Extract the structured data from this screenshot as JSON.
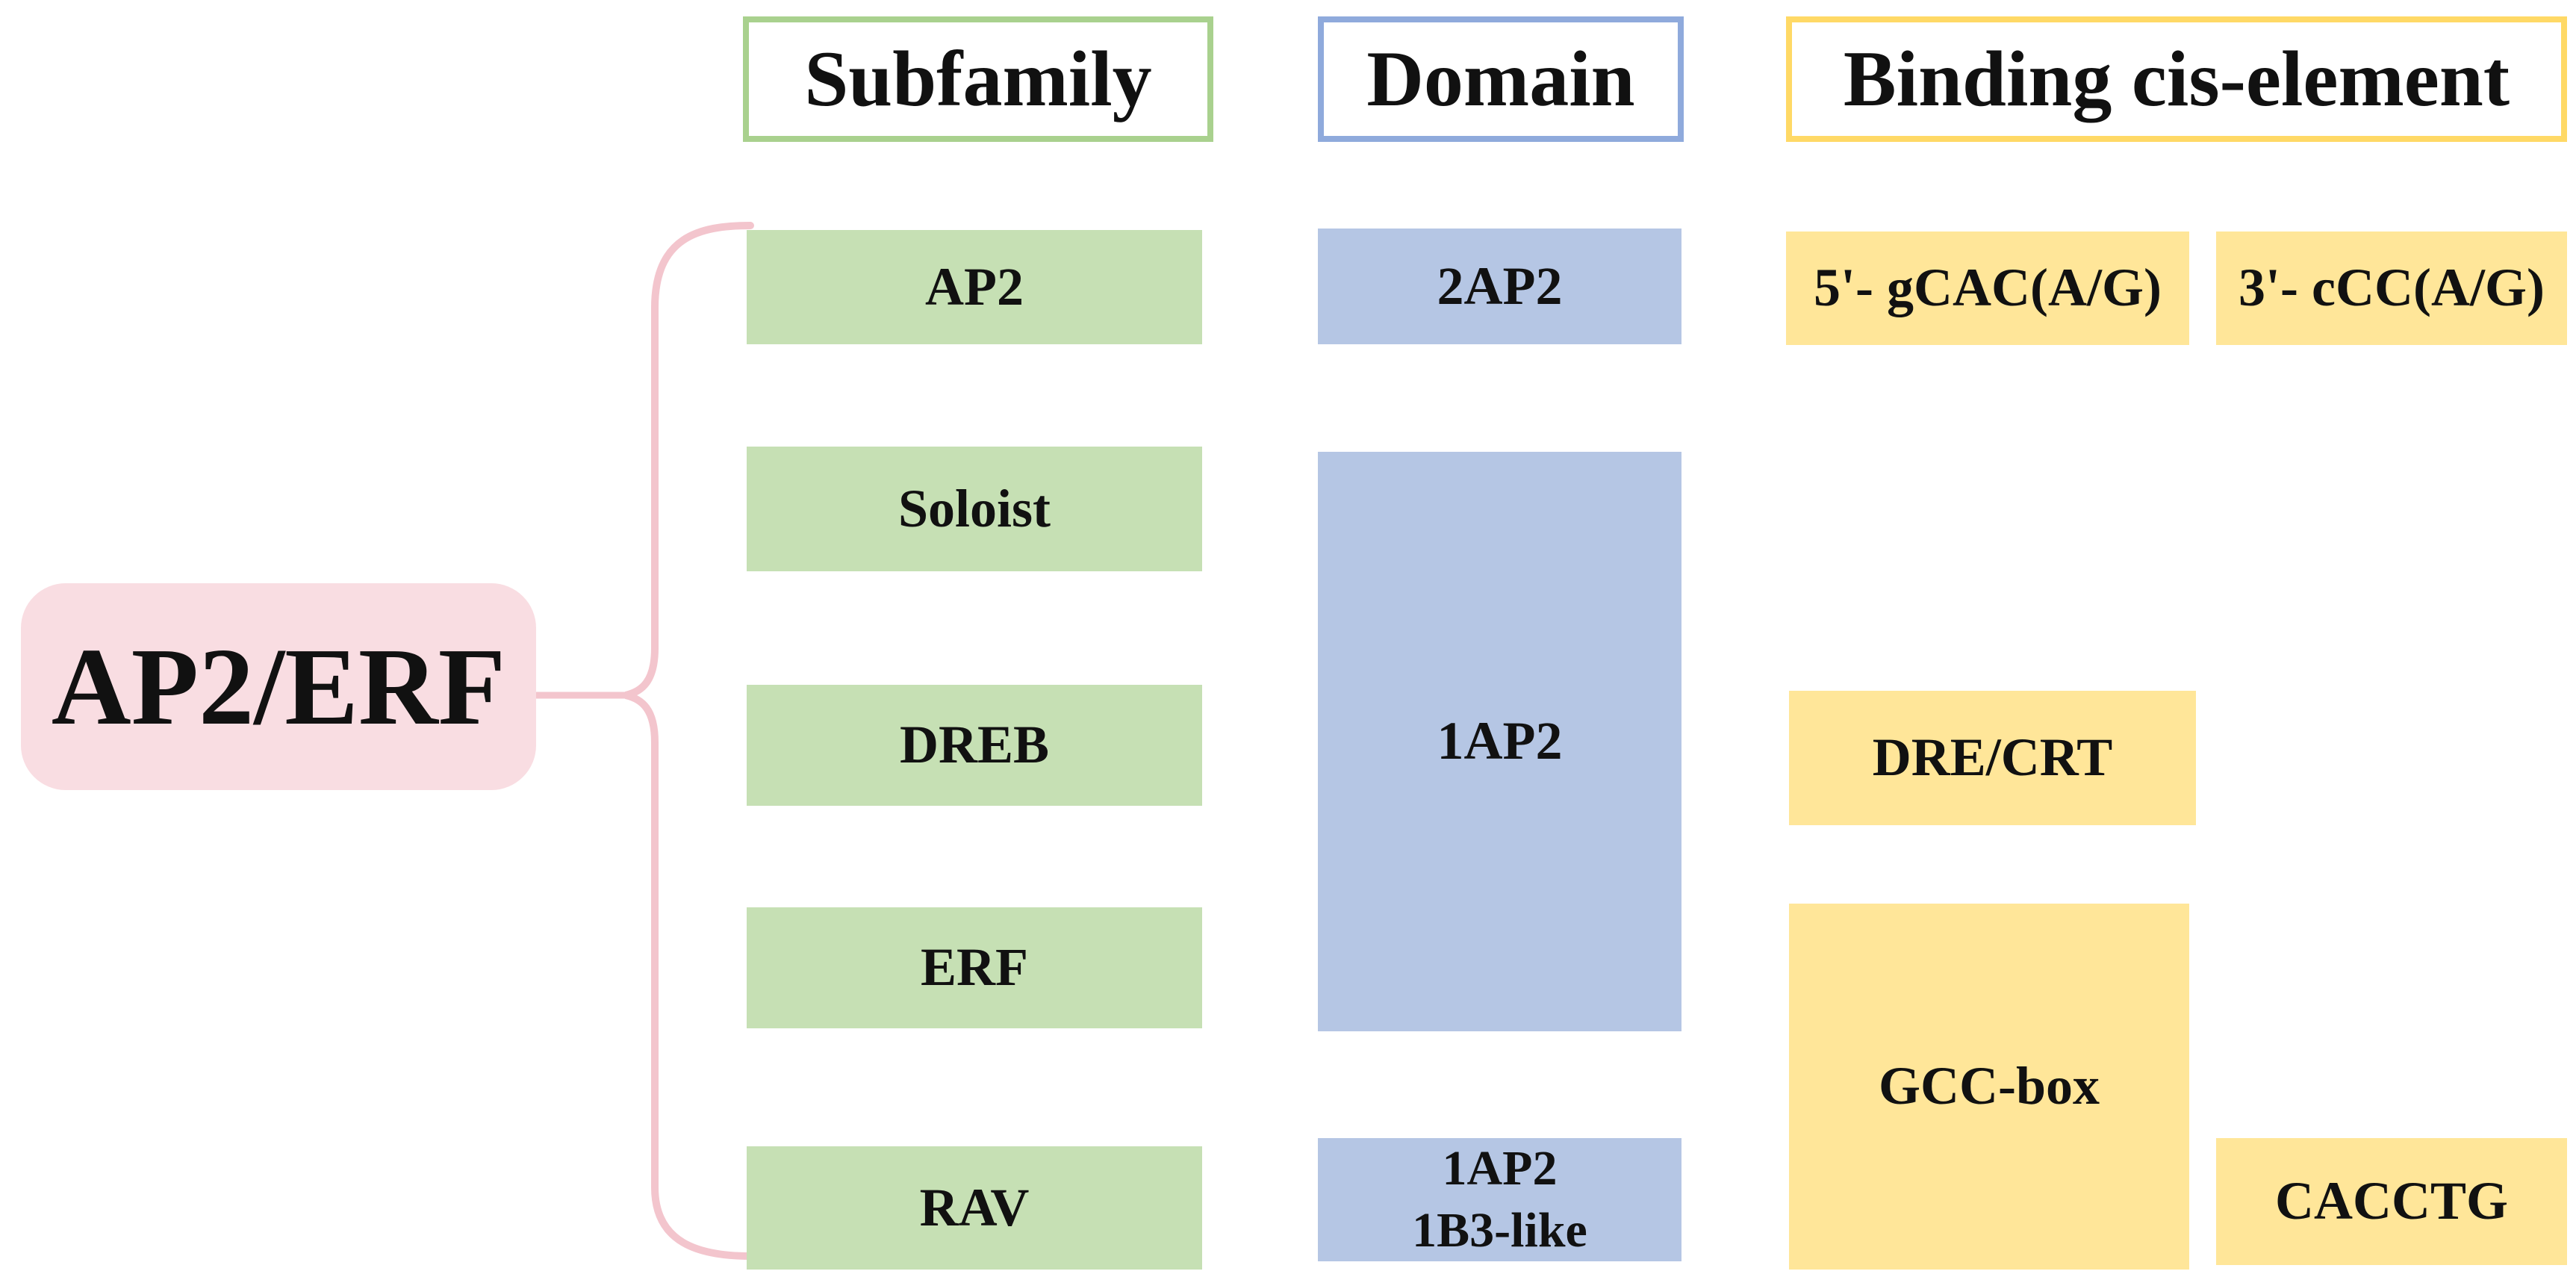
{
  "figure": {
    "family_label": "AP2/ERF",
    "headers": {
      "subfamily": "Subfamily",
      "domain": "Domain",
      "binding": "Binding cis-element"
    },
    "subfamilies": [
      {
        "label": "AP2"
      },
      {
        "label": "Soloist"
      },
      {
        "label": "DREB"
      },
      {
        "label": "ERF"
      },
      {
        "label": "RAV"
      }
    ],
    "domains": [
      {
        "label": "2AP2"
      },
      {
        "label": "1AP2"
      },
      {
        "line1": "1AP2",
        "line2": "1B3-like"
      }
    ],
    "binding_elements": [
      {
        "label": "5'- gCAC(A/G)"
      },
      {
        "label": "3'- cCC(A/G)"
      },
      {
        "label": "DRE/CRT"
      },
      {
        "label": "GCC-box"
      },
      {
        "label": "CACCTG"
      }
    ],
    "colors": {
      "subfamily_fill": "#C6E0B4",
      "subfamily_header_border": "#A9D18E",
      "domain_fill": "#B5C6E4",
      "domain_header_border": "#8FAADC",
      "binding_fill": "#FFE699",
      "binding_header_border": "#FFD966",
      "family_fill": "#F9DDE2",
      "connector_stroke": "#F3C5CD",
      "text": "#111111"
    }
  }
}
